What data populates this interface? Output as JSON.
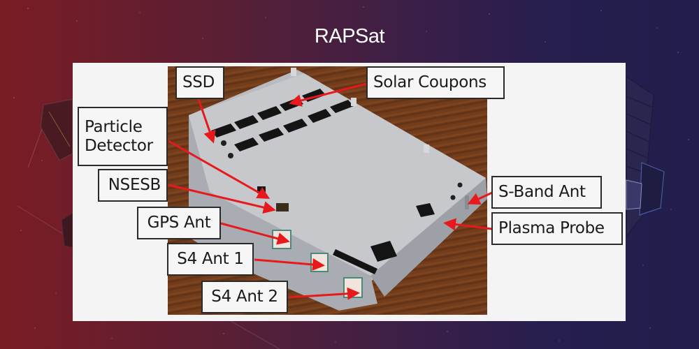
{
  "slide": {
    "title": "RAPSat",
    "background_gradient": [
      "#7a1c24",
      "#221d4c"
    ]
  },
  "figure": {
    "description": "Annotated photo of RAPSat CubeSat chassis on a wooden table",
    "labels": {
      "ssd": "SSD",
      "solar_coupons": "Solar Coupons",
      "particle_detector_line1": "Particle",
      "particle_detector_line2": "Detector",
      "nsesb": "NSESB",
      "gps_ant": "GPS Ant",
      "s4_ant_1": "S4 Ant 1",
      "s4_ant_2": "S4 Ant 2",
      "s_band_ant": "S-Band Ant",
      "plasma_probe": "Plasma Probe"
    },
    "arrow_color": "#e8191c",
    "label_border_color": "#2a2a2a"
  }
}
